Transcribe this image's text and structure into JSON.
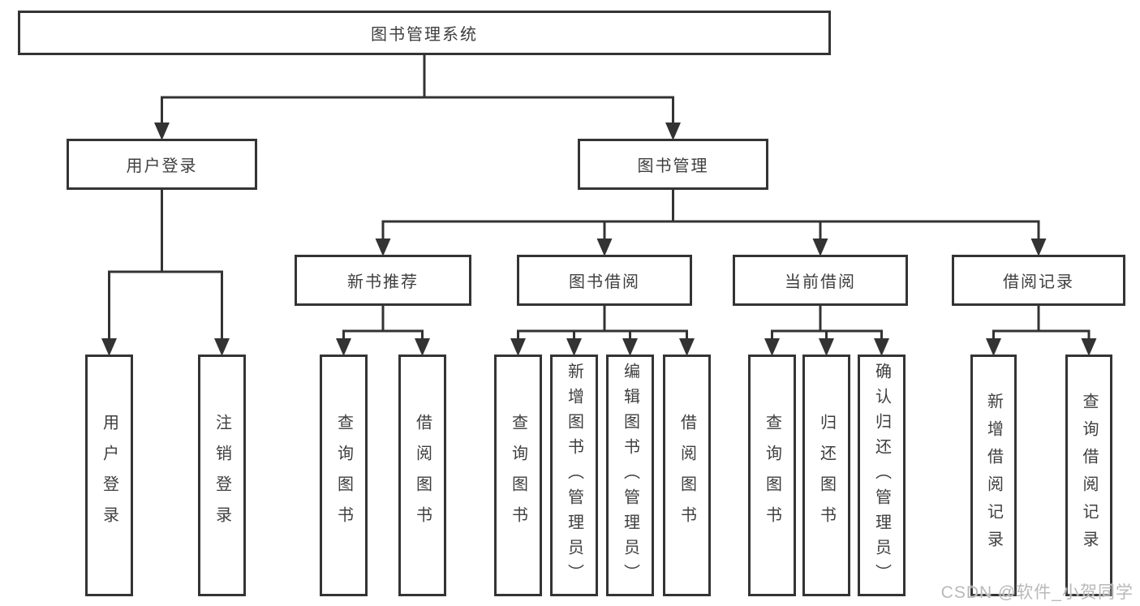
{
  "watermark": "CSDN @软件_小贺同学",
  "colors": {
    "background": "#ffffff",
    "line": "#333333",
    "box_border": "#343434",
    "box_fill": "#ffffff",
    "text": "#3e3e3e",
    "watermark": "#b9b9b9"
  },
  "nodes": [
    {
      "id": "root",
      "label": "图书管理系统",
      "parent": null,
      "orientation": "h"
    },
    {
      "id": "login",
      "label": "用户登录",
      "parent": "root",
      "orientation": "h"
    },
    {
      "id": "mgmt",
      "label": "图书管理",
      "parent": "root",
      "orientation": "h"
    },
    {
      "id": "rec",
      "label": "新书推荐",
      "parent": "mgmt",
      "orientation": "h"
    },
    {
      "id": "borrow",
      "label": "图书借阅",
      "parent": "mgmt",
      "orientation": "h"
    },
    {
      "id": "current",
      "label": "当前借阅",
      "parent": "mgmt",
      "orientation": "h"
    },
    {
      "id": "records",
      "label": "借阅记录",
      "parent": "mgmt",
      "orientation": "h"
    },
    {
      "id": "login-user",
      "label": "用户登录",
      "parent": "login",
      "orientation": "v"
    },
    {
      "id": "login-logout",
      "label": "注销登录",
      "parent": "login",
      "orientation": "v"
    },
    {
      "id": "rec-query",
      "label": "查询图书",
      "parent": "rec",
      "orientation": "v"
    },
    {
      "id": "rec-borrow",
      "label": "借阅图书",
      "parent": "rec",
      "orientation": "v"
    },
    {
      "id": "borrow-query",
      "label": "查询图书",
      "parent": "borrow",
      "orientation": "v"
    },
    {
      "id": "borrow-add",
      "label": "新增图书（管理员）",
      "parent": "borrow",
      "orientation": "v"
    },
    {
      "id": "borrow-edit",
      "label": "编辑图书（管理员）",
      "parent": "borrow",
      "orientation": "v"
    },
    {
      "id": "borrow-borrow",
      "label": "借阅图书",
      "parent": "borrow",
      "orientation": "v"
    },
    {
      "id": "cur-query",
      "label": "查询图书",
      "parent": "current",
      "orientation": "v"
    },
    {
      "id": "cur-return",
      "label": "归还图书",
      "parent": "current",
      "orientation": "v"
    },
    {
      "id": "cur-confirm",
      "label": "确认归还（管理员）",
      "parent": "current",
      "orientation": "v"
    },
    {
      "id": "recs-add",
      "label": "新增借阅记录",
      "parent": "records",
      "orientation": "v"
    },
    {
      "id": "recs-query",
      "label": "查询借阅记录",
      "parent": "records",
      "orientation": "v"
    }
  ]
}
